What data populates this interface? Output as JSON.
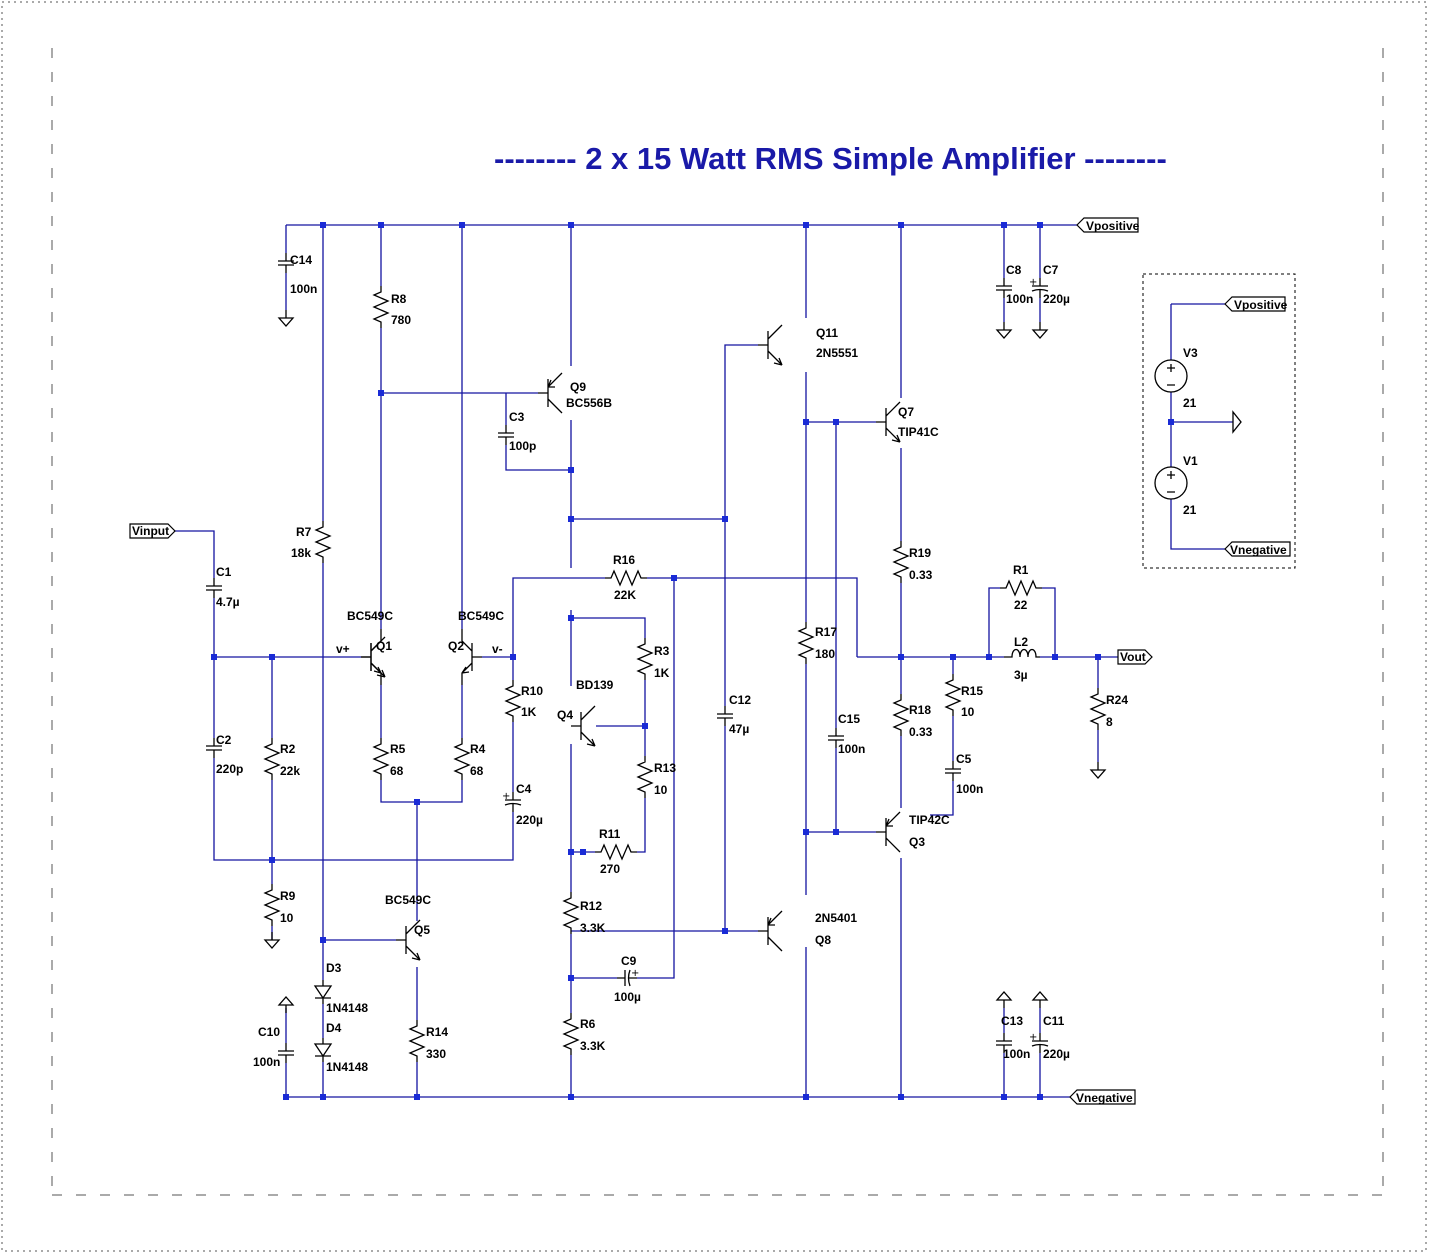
{
  "title": "-------- 2 x 15 Watt RMS Simple Amplifier --------",
  "colors": {
    "wire": "#1414a0",
    "component": "#000000",
    "junction": "#1a2bd6",
    "title": "#1a1aa8"
  },
  "components": {
    "C14": {
      "ref": "C14",
      "value": "100n"
    },
    "R8": {
      "ref": "R8",
      "value": "780"
    },
    "Q9": {
      "ref": "Q9",
      "value": "BC556B"
    },
    "C3": {
      "ref": "C3",
      "value": "100p"
    },
    "Q11": {
      "ref": "Q11",
      "value": "2N5551"
    },
    "Q7": {
      "ref": "Q7",
      "value": "TIP41C"
    },
    "C8": {
      "ref": "C8",
      "value": "100n"
    },
    "C7": {
      "ref": "C7",
      "value": "220µ"
    },
    "R7": {
      "ref": "R7",
      "value": "18k"
    },
    "C1": {
      "ref": "C1",
      "value": "4.7µ"
    },
    "Q1": {
      "ref": "Q1",
      "value": "BC549C"
    },
    "Q2": {
      "ref": "Q2",
      "value": "BC549C"
    },
    "R16": {
      "ref": "R16",
      "value": "22K"
    },
    "R3": {
      "ref": "R3",
      "value": "1K"
    },
    "Q4": {
      "ref": "Q4",
      "value": "BD139"
    },
    "R10": {
      "ref": "R10",
      "value": "1K"
    },
    "C12": {
      "ref": "C12",
      "value": "47µ"
    },
    "R17": {
      "ref": "R17",
      "value": "180"
    },
    "C15": {
      "ref": "C15",
      "value": "100n"
    },
    "R19": {
      "ref": "R19",
      "value": "0.33"
    },
    "R18": {
      "ref": "R18",
      "value": "0.33"
    },
    "R1": {
      "ref": "R1",
      "value": "22"
    },
    "L2": {
      "ref": "L2",
      "value": "3µ"
    },
    "R15": {
      "ref": "R15",
      "value": "10"
    },
    "C5": {
      "ref": "C5",
      "value": "100n"
    },
    "R24": {
      "ref": "R24",
      "value": "8"
    },
    "C2": {
      "ref": "C2",
      "value": "220p"
    },
    "R2": {
      "ref": "R2",
      "value": "22k"
    },
    "R5": {
      "ref": "R5",
      "value": "68"
    },
    "R4": {
      "ref": "R4",
      "value": "68"
    },
    "C4": {
      "ref": "C4",
      "value": "220µ"
    },
    "R13": {
      "ref": "R13",
      "value": "10"
    },
    "R11": {
      "ref": "R11",
      "value": "270"
    },
    "Q3": {
      "ref": "Q3",
      "value": "TIP42C"
    },
    "R9": {
      "ref": "R9",
      "value": "10"
    },
    "Q5": {
      "ref": "Q5",
      "value": "BC549C"
    },
    "R12": {
      "ref": "R12",
      "value": "3.3K"
    },
    "Q8": {
      "ref": "Q8",
      "value": "2N5401"
    },
    "C9": {
      "ref": "C9",
      "value": "100µ"
    },
    "D3": {
      "ref": "D3",
      "value": "1N4148"
    },
    "D4": {
      "ref": "D4",
      "value": "1N4148"
    },
    "C10": {
      "ref": "C10",
      "value": "100n"
    },
    "R14": {
      "ref": "R14",
      "value": "330"
    },
    "R6": {
      "ref": "R6",
      "value": "3.3K"
    },
    "C13": {
      "ref": "C13",
      "value": "100n"
    },
    "C11": {
      "ref": "C11",
      "value": "220µ"
    },
    "V3": {
      "ref": "V3",
      "value": "21"
    },
    "V1": {
      "ref": "V1",
      "value": "21"
    }
  },
  "nets": {
    "vpositive": "Vpositive",
    "vnegative": "Vnegative",
    "vinput": "Vinput",
    "vout": "Vout",
    "vplus": "v+",
    "vminus": "v-"
  }
}
